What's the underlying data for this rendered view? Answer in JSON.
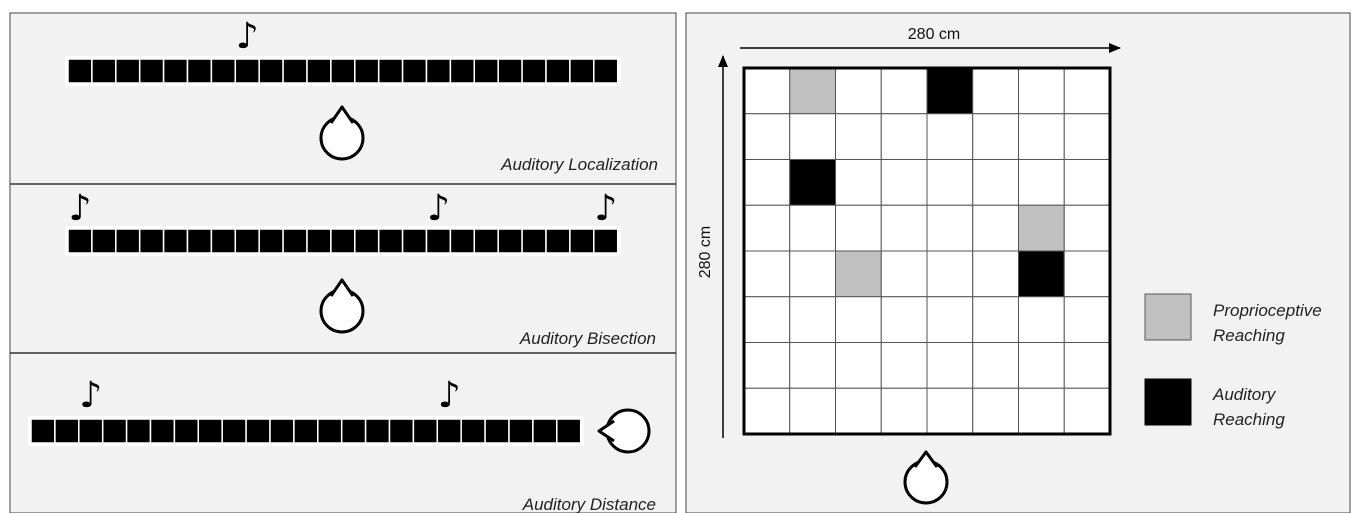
{
  "left_panel": {
    "speaker_count": 23,
    "distance_speaker_count": 23,
    "rows": [
      {
        "label": "Auditory Localization",
        "sound_positions": [
          7
        ]
      },
      {
        "label": "Auditory Bisection",
        "sound_positions": [
          0,
          15,
          22
        ]
      },
      {
        "label": "Auditory Distance",
        "sound_positions": [
          2,
          17
        ]
      }
    ],
    "icons": {
      "sound": "music-note-icon",
      "listener": "listener-head-icon"
    }
  },
  "right_panel": {
    "grid_size": 8,
    "top_dimension": "280 cm",
    "side_dimension": "280 cm",
    "proprioceptive_cells": [
      [
        0,
        1
      ],
      [
        3,
        6
      ],
      [
        4,
        2
      ]
    ],
    "auditory_cells": [
      [
        0,
        4
      ],
      [
        2,
        1
      ],
      [
        4,
        6
      ]
    ],
    "legend": [
      {
        "line1": "Proprioceptive",
        "line2": "Reaching",
        "color": "#c0c0c0"
      },
      {
        "line1": "Auditory",
        "line2": "Reaching",
        "color": "#000000"
      }
    ]
  },
  "colors": {
    "panel_bg": "#f2f2f2",
    "cell_empty": "#ffffff",
    "proprioceptive": "#c0c0c0",
    "auditory": "#000000"
  },
  "note_glyph": "♪"
}
